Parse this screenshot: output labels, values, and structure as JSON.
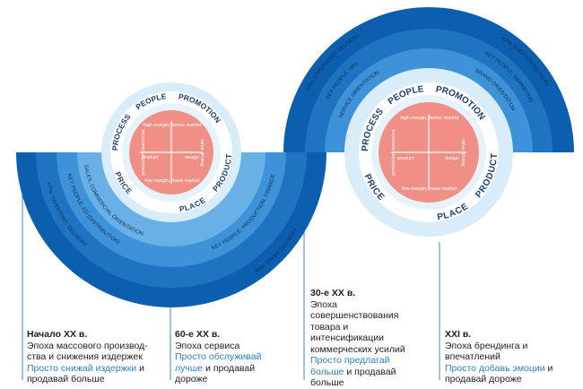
{
  "colors": {
    "band1": "#0b5fae",
    "band2": "#1f74c2",
    "band3": "#3d92d8",
    "band4": "#69b0e6",
    "ring_light": "#d8edf9",
    "ring_white": "#ffffff",
    "core": "#ef8f86",
    "label_dark": "#1c3f73",
    "slogan": "#2f7fc1",
    "stem": "#3a87c8"
  },
  "left_wheel": {
    "ring_words": [
      "PEOPLE",
      "PROMOTION",
      "PRODUCT",
      "PLACE",
      "PRICE",
      "PROCESS"
    ],
    "center": {
      "top": "high margin, hence market",
      "bottom": "low margin, mass market",
      "left": "product",
      "right": "design",
      "vertical_left": "production resources",
      "vertical_right": "value driving"
    },
    "bands": [
      "SALES, COMMERCIAL ORIENTATION",
      "KEY PEOPLE: CD (DISTRIBUTION)",
      "KPIs: INVENTORY, DELIVERY",
      "KEY PEOPLE: PRODUCTION, FINANCE",
      "KPIs: SALES DELIVERY"
    ]
  },
  "right_wheel": {
    "ring_words": [
      "PEOPLE",
      "PROMOTION",
      "PRODUCT",
      "PLACE",
      "PRICE",
      "PROCESS"
    ],
    "center": {
      "top": "high margin, hence market",
      "bottom": "low margin, mass market",
      "left": "product",
      "right": "design",
      "vertical_left": "production resources",
      "vertical_right": "value driving"
    },
    "bands": [
      "SERVICE ORIENTATION",
      "KEY PEOPLE: HRs",
      "KPIs: EXPERIENCE DELIVERY",
      "BRAND ORIENTATION",
      "KEY PEOPLE: MARKETING",
      "KPIs: EMOTION DELIVERY"
    ]
  },
  "eras": [
    {
      "title": "Начало XX в.",
      "text": "Эпоха массового производ-ства и снижения издержек",
      "slogan": "Просто снижай издержки",
      "tail": " и продавай больше"
    },
    {
      "title": "60-е XX в.",
      "text": "Эпоха сервиса",
      "slogan": "Просто обслуживай лучше",
      "tail": " и продавай дороже"
    },
    {
      "title": "30-е XX в.",
      "text": "Эпоха совершенствования товара и интенсификации коммерческих усилий",
      "slogan": "Просто предлагай больше",
      "tail": " и продавай больше"
    },
    {
      "title": "XXI в.",
      "text": "Эпоха брендинга и впечатлений",
      "slogan": "Просто добавь эмоции",
      "tail": " и продавай дороже"
    }
  ]
}
